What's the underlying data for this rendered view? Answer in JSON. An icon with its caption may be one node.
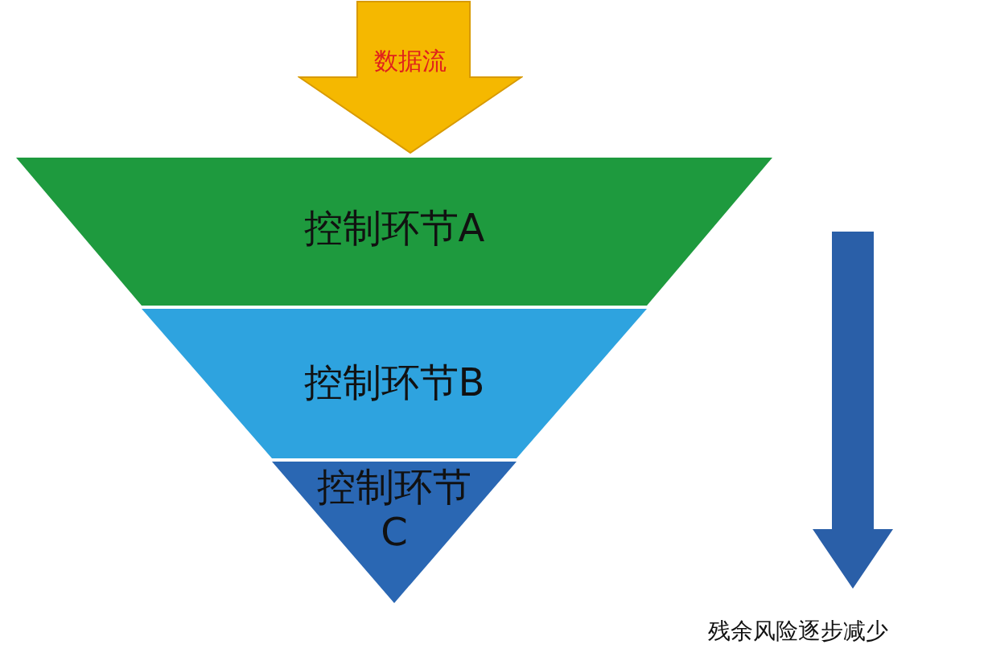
{
  "diagram": {
    "nodes": [
      {
        "text": [
          "数据流"
        ]
      },
      {
        "text": [
          "控制环节A"
        ]
      },
      {
        "text": [
          "控制环节B"
        ]
      },
      {
        "text": [
          "控制环节C"
        ]
      }
    ],
    "edges": [],
    "labels": [
      "残余风险逐步减少"
    ]
  }
}
